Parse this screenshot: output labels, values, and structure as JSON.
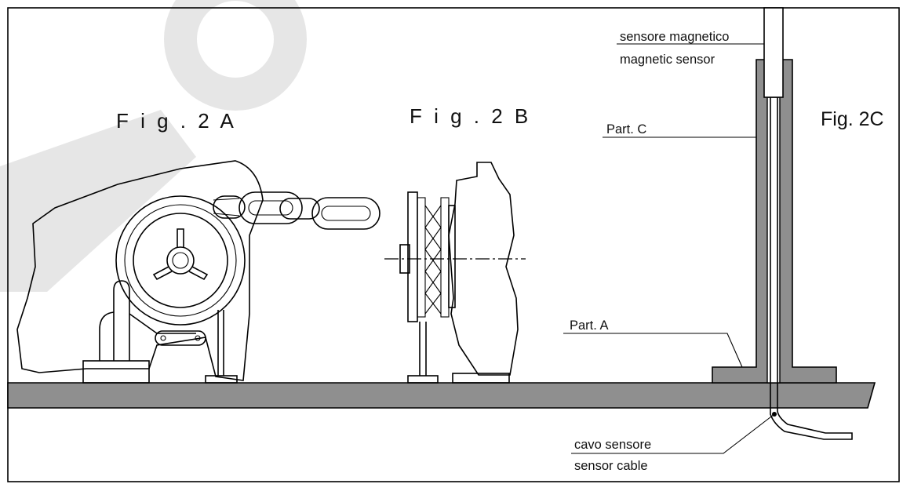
{
  "figures": {
    "fig_2a": "F i g .  2 A",
    "fig_2b": "F i g .  2 B",
    "fig_2c": "Fig. 2C"
  },
  "labels": {
    "sensor_it": "sensore magnetico",
    "sensor_en": "magnetic sensor",
    "part_c": "Part. C",
    "part_a": "Part. A",
    "cable_it": "cavo sensore",
    "cable_en": "sensor cable"
  },
  "watermark": {
    "text": "LO",
    "color": "#e6e6e6"
  },
  "colors": {
    "deck": "#8f8f8f",
    "line": "#000000",
    "background": "#ffffff"
  }
}
